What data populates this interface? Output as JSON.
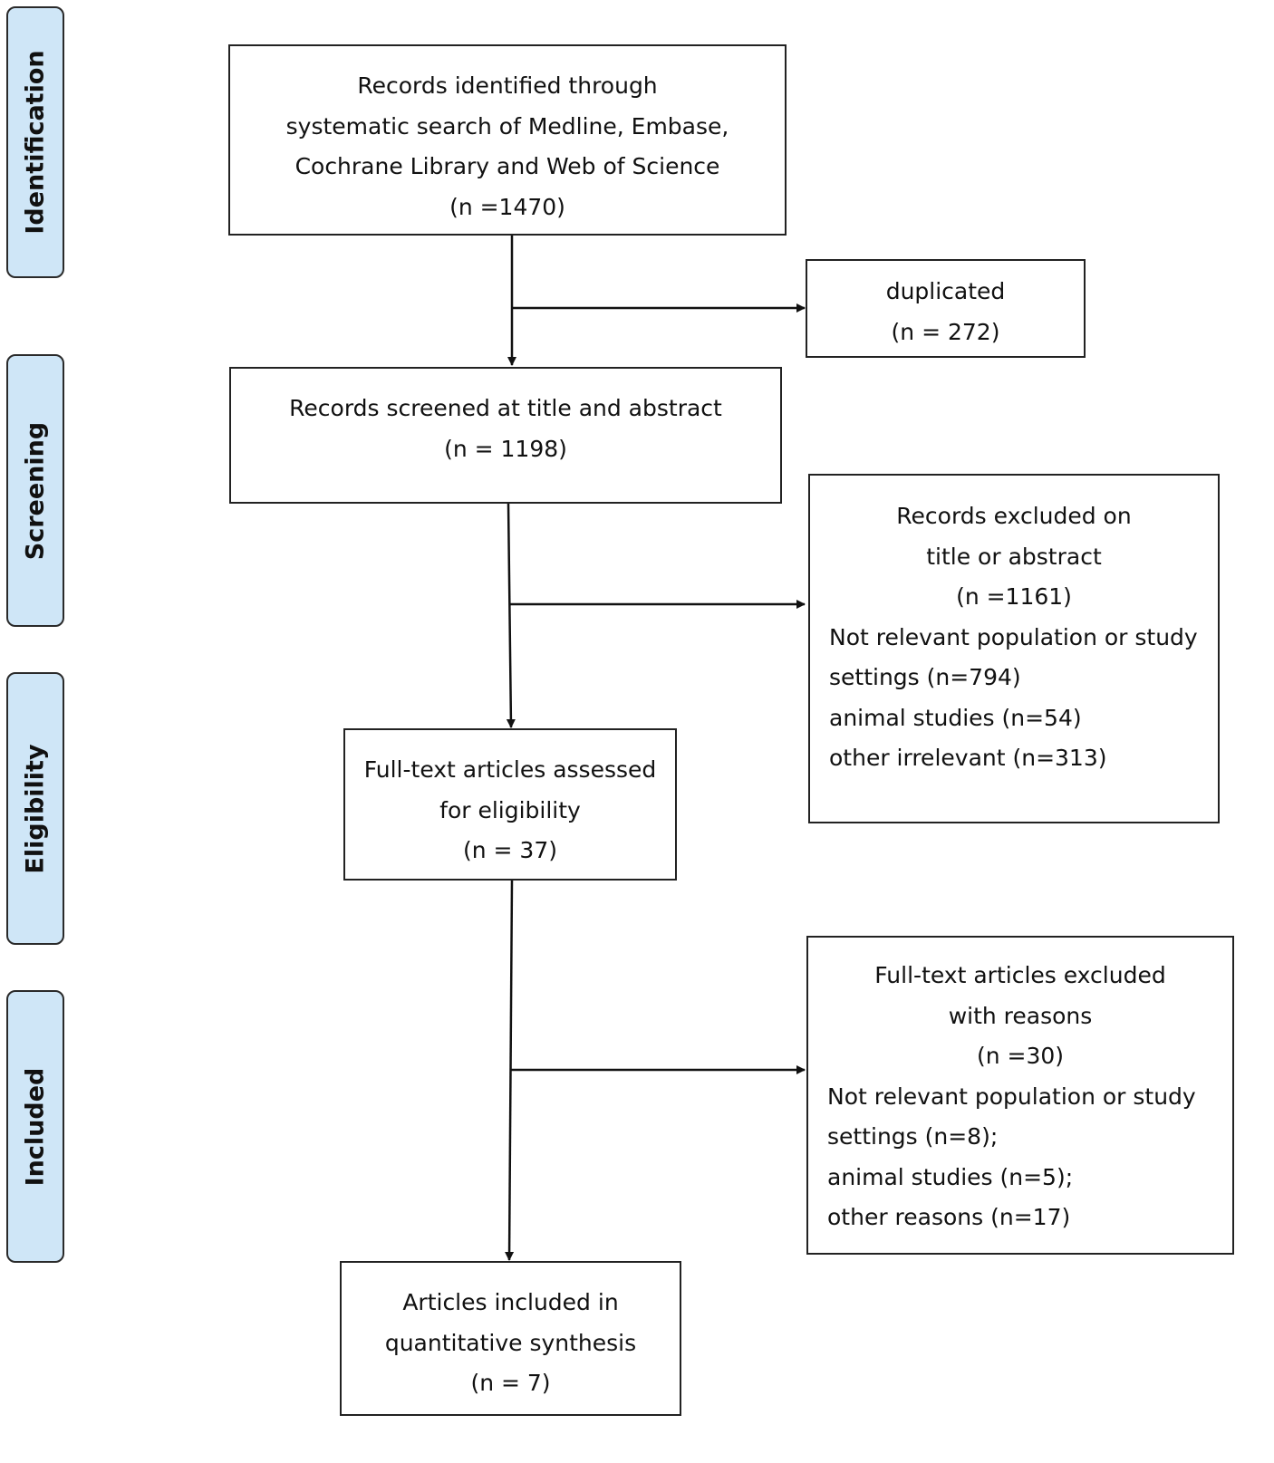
{
  "phases": {
    "identification": "Identification",
    "screening": "Screening",
    "eligibility": "Eligibility",
    "included": "Included"
  },
  "boxes": {
    "identified": {
      "lines": [
        "Records identified through",
        "systematic search of Medline, Embase,",
        "Cochrane Library and Web of Science",
        "(n =1470)"
      ]
    },
    "duplicated": {
      "lines": [
        "duplicated",
        "(n = 272)"
      ]
    },
    "screened": {
      "lines": [
        "Records screened at title and abstract",
        "(n = 1198)"
      ]
    },
    "excluded_title": {
      "header": [
        "Records excluded on",
        "title or abstract",
        "(n =1161)"
      ],
      "items": [
        "Not relevant population or study",
        "settings (n=794)",
        "animal studies (n=54)",
        "other irrelevant (n=313)"
      ]
    },
    "fulltext": {
      "lines": [
        "Full-text articles assessed",
        "for eligibility",
        "(n = 37)"
      ]
    },
    "excluded_fulltext": {
      "header": [
        "Full-text articles excluded",
        "with reasons",
        "(n =30)"
      ],
      "items": [
        "Not relevant population or study",
        "settings (n=8);",
        "animal studies (n=5);",
        "other reasons (n=17)"
      ]
    },
    "included": {
      "lines": [
        "Articles included in",
        "quantitative synthesis",
        "(n = 7)"
      ]
    }
  }
}
